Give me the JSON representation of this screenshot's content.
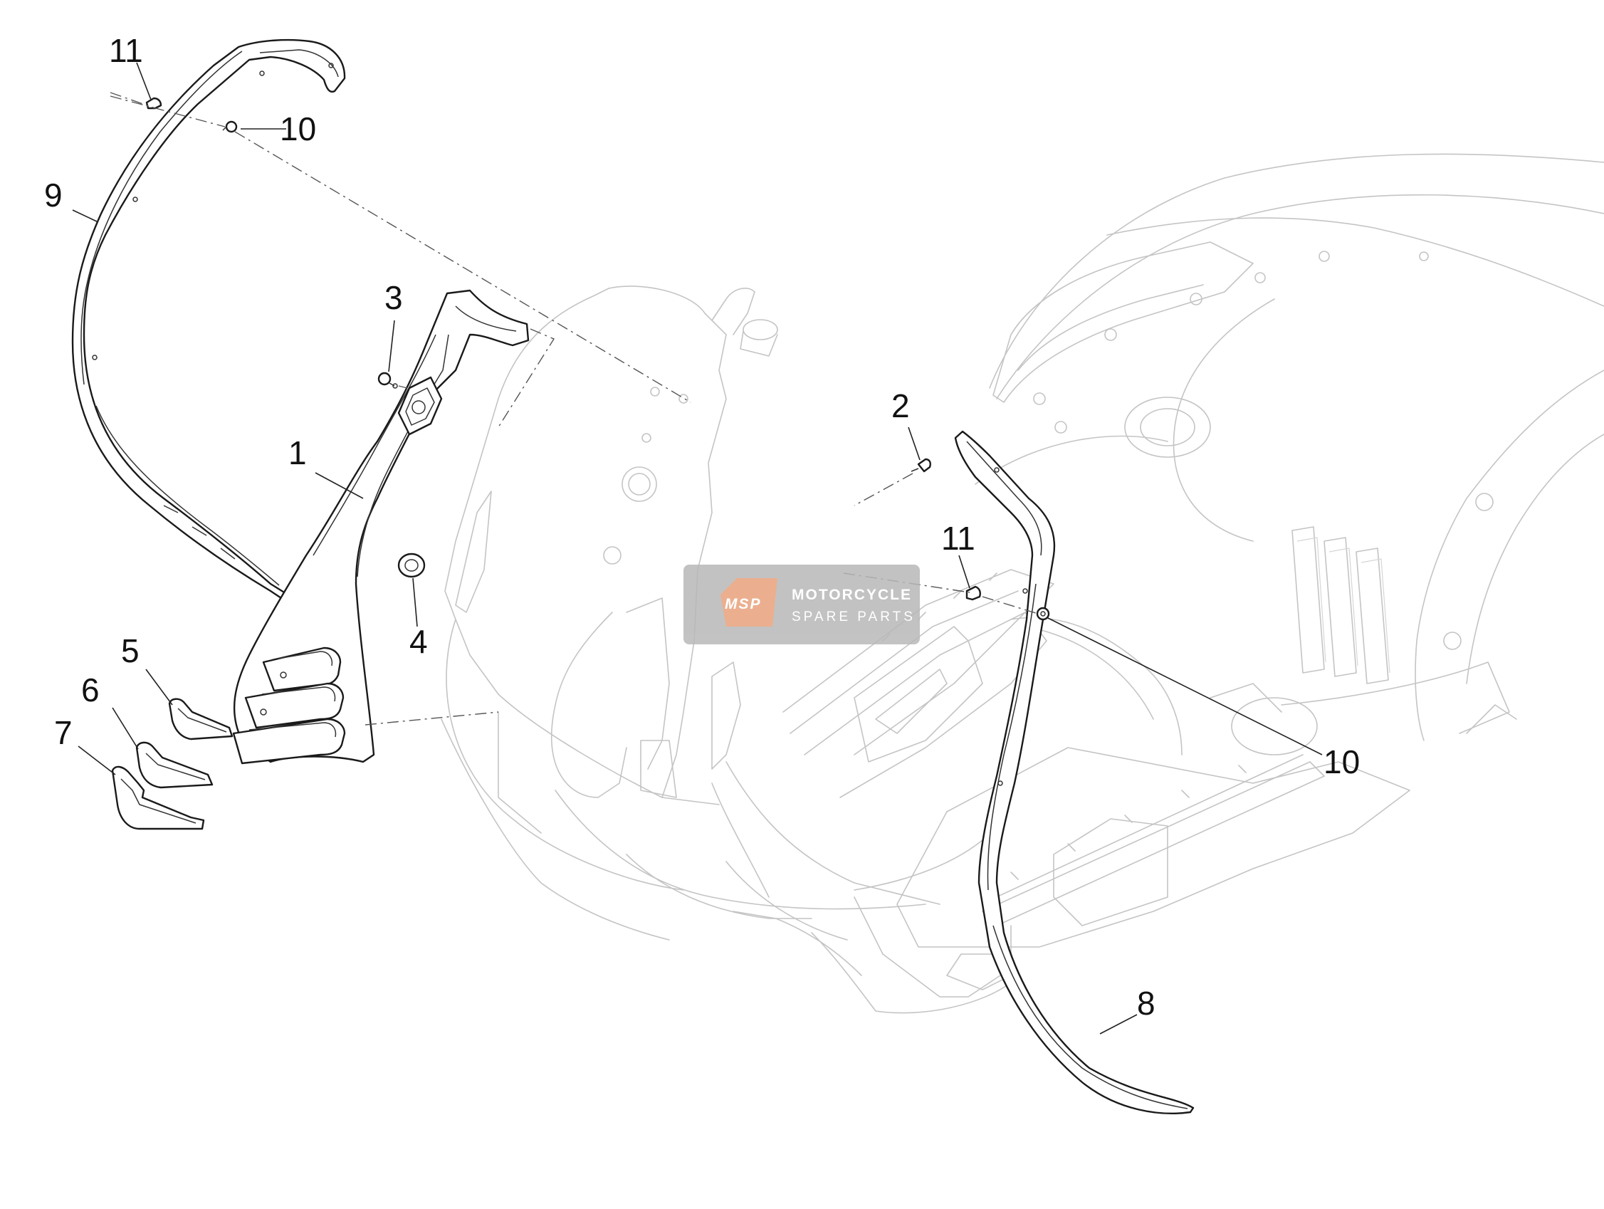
{
  "callouts": [
    {
      "id": "1",
      "label": "1"
    },
    {
      "id": "2",
      "label": "2"
    },
    {
      "id": "3",
      "label": "3"
    },
    {
      "id": "4",
      "label": "4"
    },
    {
      "id": "5",
      "label": "5"
    },
    {
      "id": "6",
      "label": "6"
    },
    {
      "id": "7",
      "label": "7"
    },
    {
      "id": "8",
      "label": "8"
    },
    {
      "id": "9",
      "label": "9"
    },
    {
      "id": "10a",
      "label": "10"
    },
    {
      "id": "10b",
      "label": "10"
    },
    {
      "id": "11a",
      "label": "11"
    },
    {
      "id": "11b",
      "label": "11"
    }
  ],
  "watermark": {
    "logo": "MSP",
    "line1": "MOTORCYCLE",
    "line2": "SPARE PARTS",
    "bg_color": "#b8b8b8",
    "logo_color": "#e8a27c"
  }
}
